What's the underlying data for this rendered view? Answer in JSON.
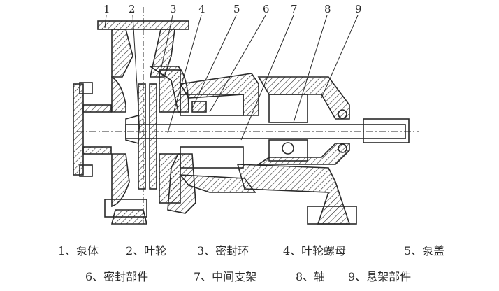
{
  "numbers": [
    "1",
    "2",
    "3",
    "4",
    "5",
    "6",
    "7",
    "8",
    "9"
  ],
  "legend_row1": [
    "1、泵体",
    "2、叶轮",
    "3、密封环",
    "4、叶轮螺母",
    "5、泵盖"
  ],
  "legend_row2": [
    "6、密封部件",
    "7、中间支架",
    "8、轴",
    "9、悬架部件"
  ],
  "colors": {
    "ink": "#2a2a2a",
    "paper": "#ffffff"
  }
}
